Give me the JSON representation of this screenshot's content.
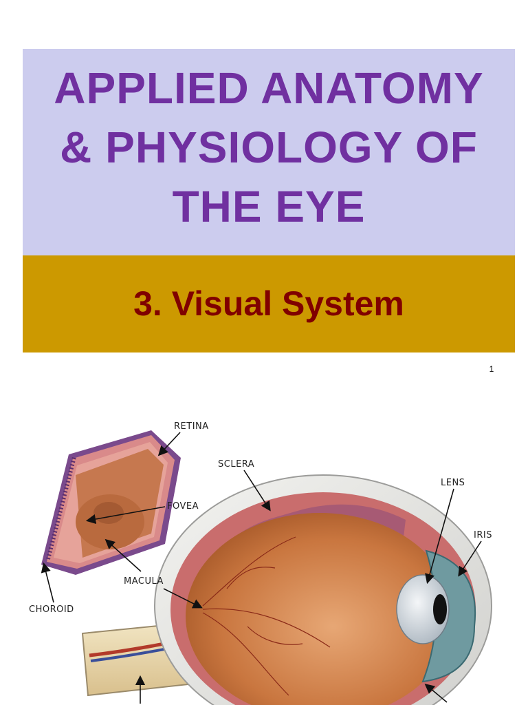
{
  "slide": {
    "title_lines": [
      "APPLIED ANATOMY",
      "& PHYSIOLOGY OF",
      "THE EYE"
    ],
    "subtitle": "3. Visual System",
    "page_number": "1"
  },
  "diagram": {
    "labels": {
      "retina": "RETINA",
      "sclera": "SCLERA",
      "lens": "LENS",
      "iris": "IRIS",
      "fovea": "FOVEA",
      "macula": "MACULA",
      "choroid": "CHOROID"
    }
  },
  "colors": {
    "title_bg": "#ccccee",
    "title_text": "#7030a0",
    "subtitle_bg": "#cc9900",
    "subtitle_text": "#800000"
  }
}
